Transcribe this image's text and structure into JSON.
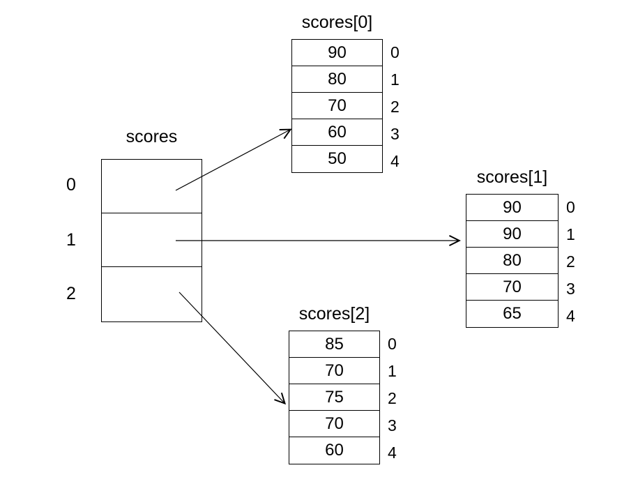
{
  "diagram": {
    "main_array": {
      "title": "scores",
      "indices": [
        "0",
        "1",
        "2"
      ]
    },
    "sub_arrays": [
      {
        "title": "scores[0]",
        "values": [
          "90",
          "80",
          "70",
          "60",
          "50"
        ],
        "indices": [
          "0",
          "1",
          "2",
          "3",
          "4"
        ]
      },
      {
        "title": "scores[1]",
        "values": [
          "90",
          "90",
          "80",
          "70",
          "65"
        ],
        "indices": [
          "0",
          "1",
          "2",
          "3",
          "4"
        ]
      },
      {
        "title": "scores[2]",
        "values": [
          "85",
          "70",
          "75",
          "70",
          "60"
        ],
        "indices": [
          "0",
          "1",
          "2",
          "3",
          "4"
        ]
      }
    ],
    "colors": {
      "stroke": "#000000",
      "background": "#ffffff"
    }
  }
}
